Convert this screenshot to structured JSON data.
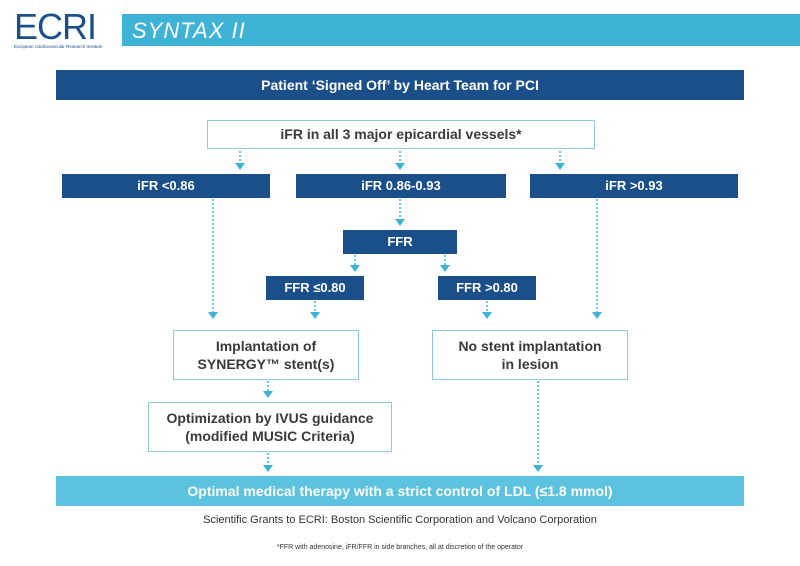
{
  "header": {
    "logo": "ECRI",
    "logo_subtitle": "European Cardiovascular Research Institute",
    "title": "SYNTAX II"
  },
  "flow": {
    "top": "Patient ‘Signed Off’ by Heart Team for PCI",
    "ifr_all": "iFR in all 3 major epicardial vessels*",
    "ifr_low": "iFR <0.86",
    "ifr_mid": "iFR 0.86-0.93",
    "ifr_high": "iFR >0.93",
    "ffr": "FFR",
    "ffr_low": "FFR ≤0.80",
    "ffr_high": "FFR >0.80",
    "implant_line1": "Implantation of",
    "implant_line2": "SYNERGY™ stent(s)",
    "no_stent_line1": "No stent implantation",
    "no_stent_line2": "in lesion",
    "optimization_line1": "Optimization by IVUS guidance",
    "optimization_line2": "(modified MUSIC Criteria)",
    "omt": "Optimal medical therapy with a strict control of LDL (≤1.8 mmol)"
  },
  "footer": {
    "grants": "Scientific Grants to ECRI: Boston Scientific Corporation and Volcano Corporation",
    "note": "*FFR with adenosine, iFR/FFR in side branches, all at discretion of the operator"
  },
  "colors": {
    "dark_blue": "#1a4f8a",
    "light_blue": "#5bc2e0",
    "header_blue": "#3fb3d6",
    "outline": "#8fcbe0"
  }
}
